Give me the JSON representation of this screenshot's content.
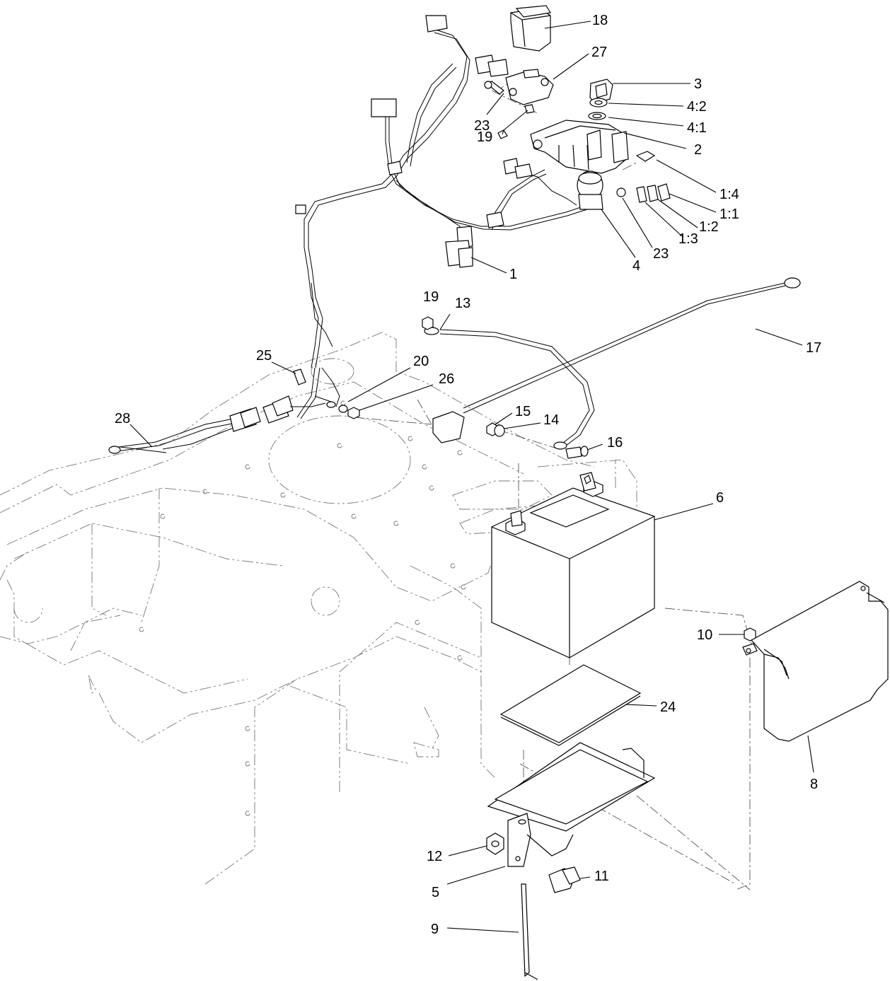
{
  "callouts": {
    "c18": "18",
    "c27": "27",
    "c3": "3",
    "c4_2": "4:2",
    "c4_1": "4:1",
    "c2": "2",
    "c23_top": "23",
    "c19_top": "19",
    "c1_4": "1:4",
    "c1_1": "1:1",
    "c1_2": "1:2",
    "c1_3": "1:3",
    "c23_bottom": "23",
    "c4": "4",
    "c1": "1",
    "c19_mid": "19",
    "c13": "13",
    "c17": "17",
    "c25": "25",
    "c20": "20",
    "c26": "26",
    "c28": "28",
    "c15": "15",
    "c14": "14",
    "c16": "16",
    "c6": "6",
    "c10": "10",
    "c24": "24",
    "c8": "8",
    "c12": "12",
    "c11": "11",
    "c5": "5",
    "c9": "9"
  }
}
